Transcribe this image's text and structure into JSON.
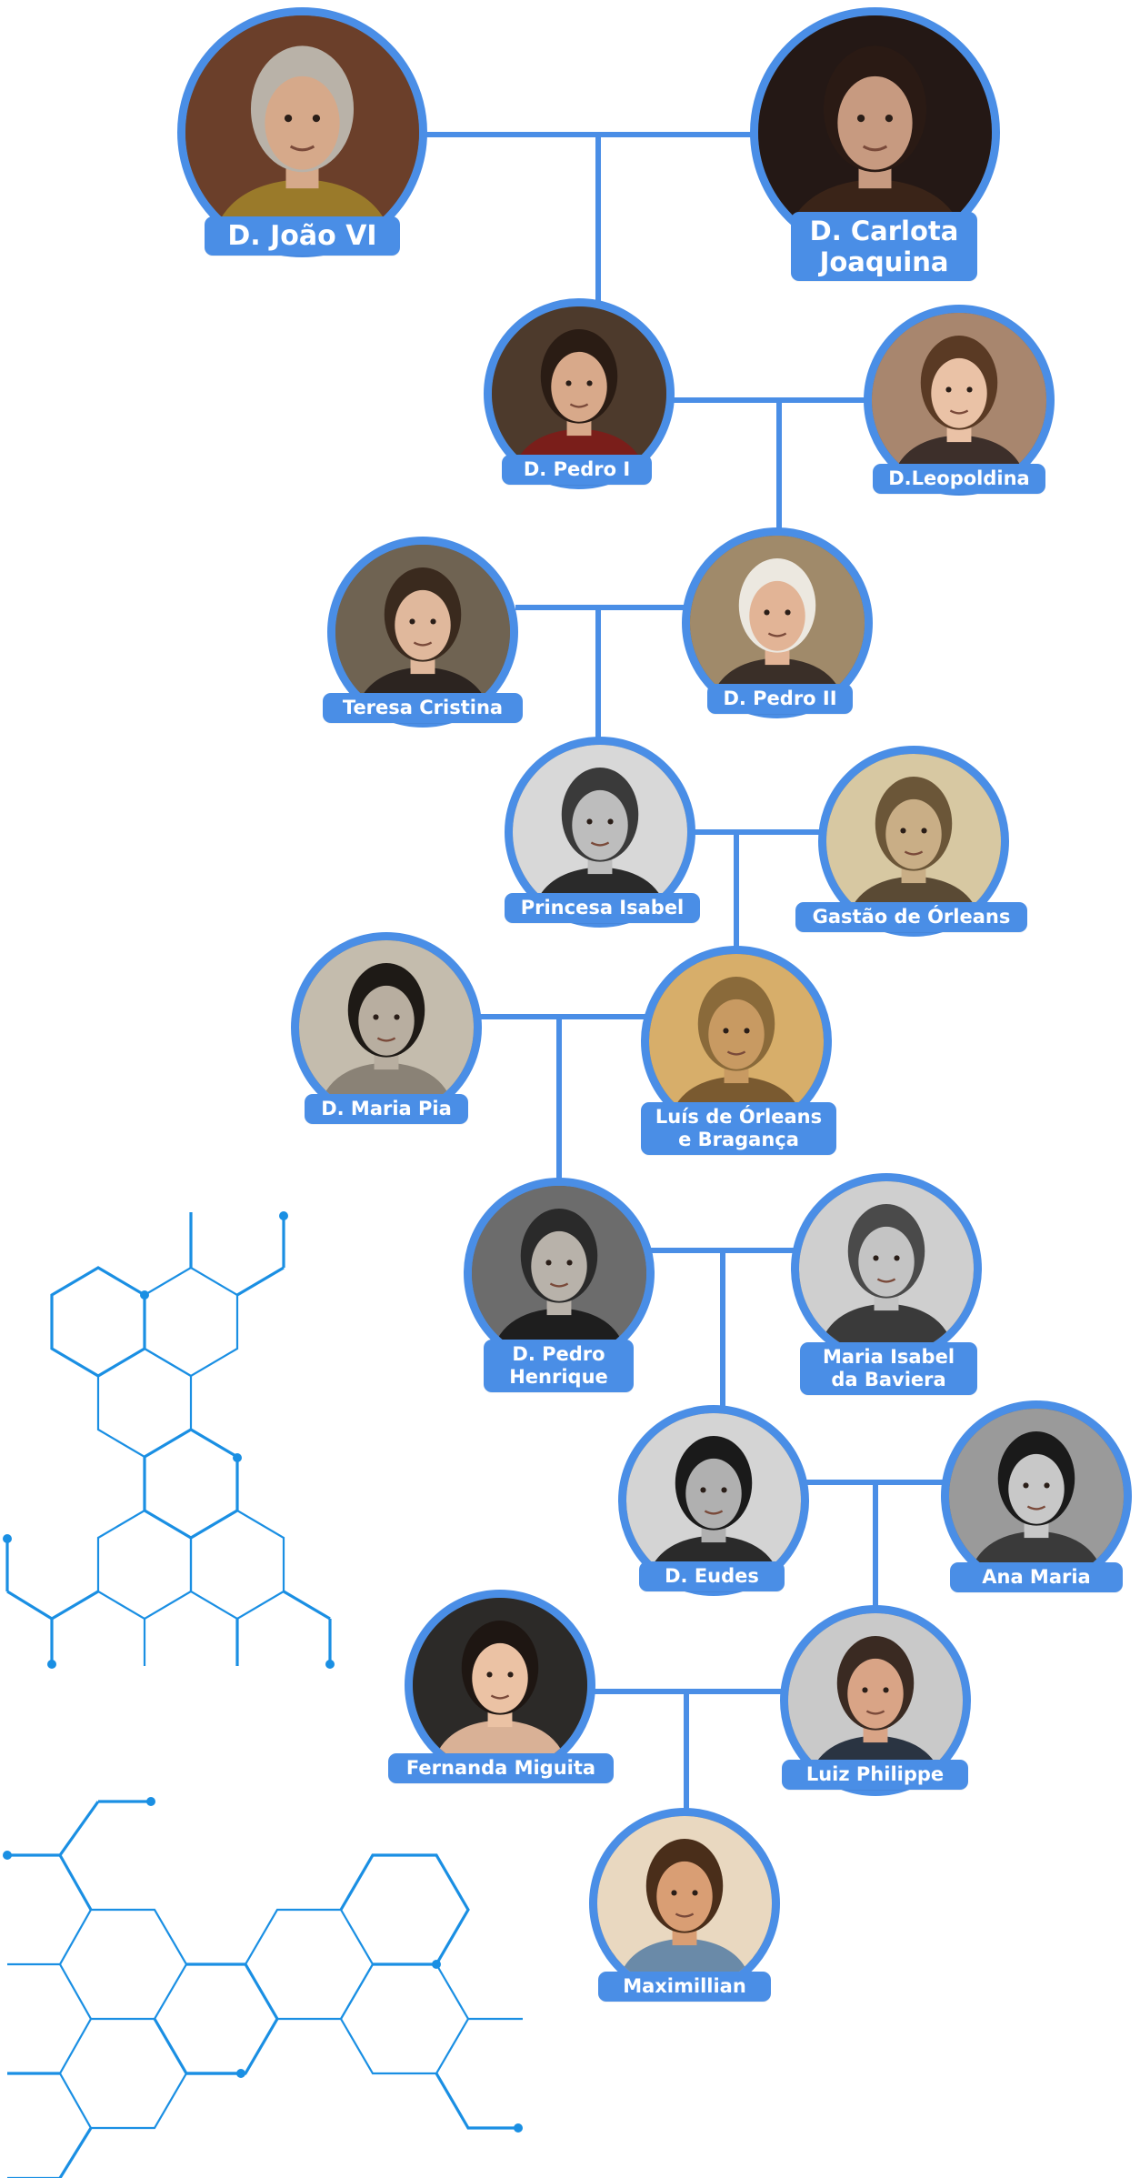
{
  "tree": {
    "members": [
      {
        "id": "joao",
        "name": "D. João VI",
        "bg": "#6b3f2a",
        "face": "#d6a98a",
        "hair": "#b9b2a8",
        "coat": "#9a7a2a"
      },
      {
        "id": "carlota",
        "name": "D. Carlota Joaquina",
        "bg": "#241815",
        "face": "#c79a80",
        "hair": "#2a1a14",
        "coat": "#3a2418"
      },
      {
        "id": "pedro1",
        "name": "D. Pedro I",
        "bg": "#4d3a2c",
        "face": "#d8a98a",
        "hair": "#2a1c14",
        "coat": "#7a1e1a"
      },
      {
        "id": "leopoldina",
        "name": "D.Leopoldina",
        "bg": "#a8866e",
        "face": "#eac2a6",
        "hair": "#5a3a24",
        "coat": "#3d2f2a"
      },
      {
        "id": "teresa",
        "name": "Teresa Cristina",
        "bg": "#6f6352",
        "face": "#e0b89c",
        "hair": "#3a2a1e",
        "coat": "#2c2420"
      },
      {
        "id": "pedro2",
        "name": "D. Pedro II",
        "bg": "#a08a6a",
        "face": "#e2b496",
        "hair": "#ece8e0",
        "coat": "#3a2f28"
      },
      {
        "id": "isabel",
        "name": "Princesa Isabel",
        "bg": "#d8d8d8",
        "face": "#bdbdbd",
        "hair": "#3a3a3a",
        "coat": "#2a2a2a"
      },
      {
        "id": "gastao",
        "name": "Gastão de Órleans",
        "bg": "#d7c8a2",
        "face": "#c9ae86",
        "hair": "#6b5638",
        "coat": "#5a4a34"
      },
      {
        "id": "mariapia",
        "name": "D. Maria Pia",
        "bg": "#c4bcad",
        "face": "#b8aea0",
        "hair": "#1e1a16",
        "coat": "#8a8276"
      },
      {
        "id": "luis",
        "name": "Luís de Órleans e Bragança",
        "bg": "#d7ae6a",
        "face": "#c89a62",
        "hair": "#8a6a3a",
        "coat": "#7a5a30"
      },
      {
        "id": "pedrohenrique",
        "name": "D. Pedro Henrique",
        "bg": "#6c6c6c",
        "face": "#b8b2aa",
        "hair": "#2a2a2a",
        "coat": "#1e1e1e"
      },
      {
        "id": "mariaisabel",
        "name": "Maria Isabel da Baviera",
        "bg": "#cfcfcf",
        "face": "#c4c4c4",
        "hair": "#4a4a4a",
        "coat": "#3a3a3a"
      },
      {
        "id": "eudes",
        "name": "D. Eudes",
        "bg": "#d4d4d4",
        "face": "#b0b0b0",
        "hair": "#1a1a1a",
        "coat": "#2a2a2a"
      },
      {
        "id": "anamaria",
        "name": "Ana Maria",
        "bg": "#9a9a9a",
        "face": "#c8c8c8",
        "hair": "#1a1a1a",
        "coat": "#3a3a3a"
      },
      {
        "id": "fernanda",
        "name": "Fernanda Miguita",
        "bg": "#2c2a28",
        "face": "#ebc2a4",
        "hair": "#1e1612",
        "coat": "#d9b196"
      },
      {
        "id": "luiz",
        "name": "Luiz Philippe",
        "bg": "#c9c9c9",
        "face": "#d9a486",
        "hair": "#3a2a22",
        "coat": "#2a3442"
      },
      {
        "id": "max",
        "name": "Maximillian",
        "bg": "#e9d8c0",
        "face": "#d99e74",
        "hair": "#4a2e1a",
        "coat": "#6a8aa8"
      }
    ]
  },
  "colors": {
    "accent": "#4a8ee6",
    "decoration": "#1a8fe3",
    "label_text": "#ffffff"
  }
}
